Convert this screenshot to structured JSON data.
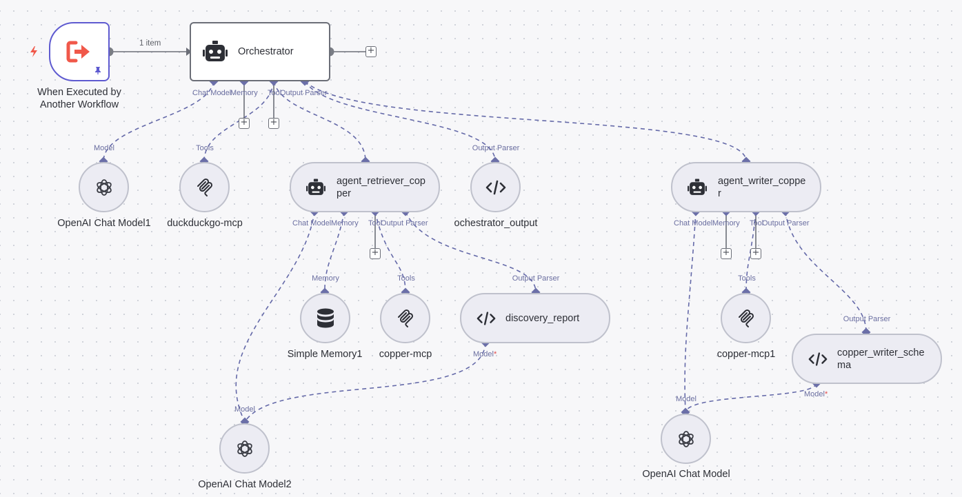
{
  "trigger": {
    "label_line1": "When Executed by",
    "label_line2": "Another Workflow",
    "icon": "sign-out-icon",
    "pin_icon": "pin-icon",
    "bolt_icon": "lightning-icon"
  },
  "main_connection_label": "1 item",
  "orchestrator": {
    "title": "Orchestrator",
    "ports": {
      "chat_model": "Chat Model",
      "memory": "Memory",
      "tool": "Tool",
      "output_parser": "Output Parser"
    }
  },
  "openai_model1": {
    "label": "OpenAI Chat Model1",
    "port": "Model"
  },
  "duckduckgo": {
    "label": "duckduckgo-mcp",
    "port": "Tools"
  },
  "retriever": {
    "title_line1": "agent_retriever_cop",
    "title_line2": "per",
    "ports": {
      "chat_model": "Chat Model",
      "memory": "Memory",
      "tool": "Tool",
      "output_parser": "Output Parser"
    }
  },
  "orchestrator_output": {
    "label": "ochestrator_output",
    "port": "Output Parser"
  },
  "writer": {
    "title_line1": "agent_writer_coppe",
    "title_line2": "r",
    "ports": {
      "chat_model": "Chat Model",
      "memory": "Memory",
      "tool": "Tool",
      "output_parser": "Output Parser"
    }
  },
  "simple_memory": {
    "label": "Simple Memory1",
    "port": "Memory"
  },
  "copper_mcp": {
    "label": "copper-mcp",
    "port": "Tools"
  },
  "discovery_report": {
    "title": "discovery_report",
    "port_in": "Output Parser",
    "port_model": "Model",
    "required_mark": "*"
  },
  "copper_mcp1": {
    "label": "copper-mcp1",
    "port": "Tools"
  },
  "copper_writer_schema": {
    "title_line1": "copper_writer_sche",
    "title_line2": "ma",
    "port_in": "Output Parser",
    "port_model": "Model",
    "required_mark": "*"
  },
  "openai_model2": {
    "label": "OpenAI Chat Model2",
    "port": "Model"
  },
  "openai_model": {
    "label": "OpenAI Chat Model",
    "port": "Model"
  },
  "plus_symbol": "+",
  "colors": {
    "port": "#6b6fa8",
    "edge_dash": "#6469a8",
    "trigger_border": "#5e5ad0",
    "trigger_icon": "#f0584a",
    "required": "#e04848"
  }
}
